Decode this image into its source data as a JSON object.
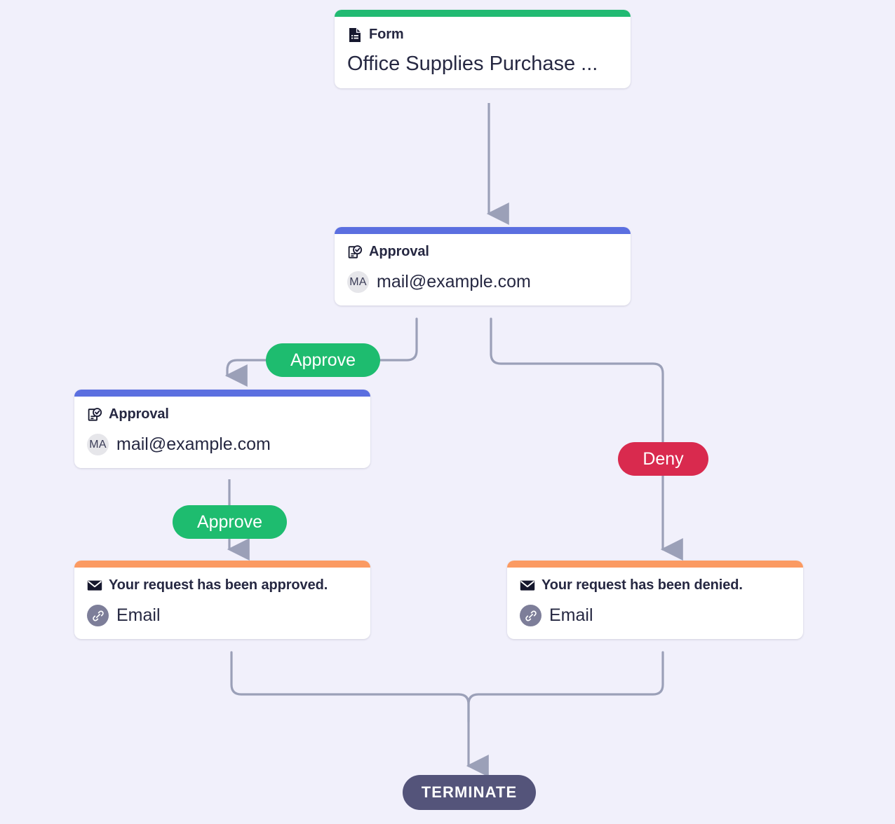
{
  "canvas": {
    "background_color": "#f1f0fb",
    "edge_color": "#9ba0b8"
  },
  "palette": {
    "form_accent": "#21ba72",
    "approval_accent": "#5b6fe0",
    "email_accent": "#fb9a62",
    "approve_pill": "#1ebc6f",
    "deny_pill": "#d92a4e",
    "terminate_pill": "#54547a",
    "avatar_link_bg": "#7d7e99",
    "avatar_initials_bg": "#e6e6ea",
    "text_primary": "#262842"
  },
  "nodes": {
    "form": {
      "type_label": "Form",
      "icon": "document-icon",
      "value": "Office Supplies Purchase ...",
      "accent": "#21ba72"
    },
    "approval_1": {
      "type_label": "Approval",
      "icon": "approval-check-icon",
      "avatar_initials": "MA",
      "value": "mail@example.com",
      "accent": "#5b6fe0"
    },
    "approval_2": {
      "type_label": "Approval",
      "icon": "approval-check-icon",
      "avatar_initials": "MA",
      "value": "mail@example.com",
      "accent": "#5b6fe0"
    },
    "email_approved": {
      "type_label": "Your request has been approved.",
      "icon": "envelope-icon",
      "avatar_icon": "link-icon",
      "value": "Email",
      "accent": "#fb9a62"
    },
    "email_denied": {
      "type_label": "Your request has been denied.",
      "icon": "envelope-icon",
      "avatar_icon": "link-icon",
      "value": "Email",
      "accent": "#fb9a62"
    }
  },
  "edge_labels": {
    "approve_1": "Approve",
    "deny_1": "Deny",
    "approve_2": "Approve"
  },
  "terminal": {
    "label": "TERMINATE"
  }
}
